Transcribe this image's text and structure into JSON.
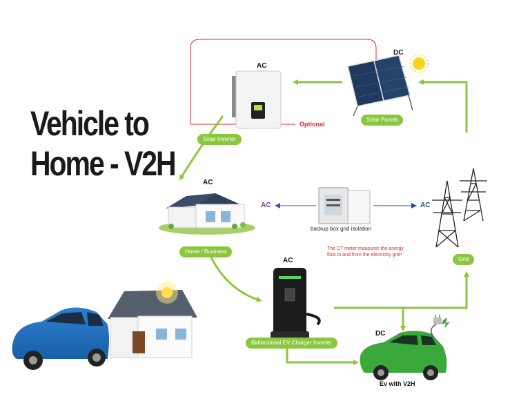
{
  "title": {
    "line1": "Vehicle to",
    "line2": "Home - V2H"
  },
  "labels": {
    "solar_inverter": "Solar Inverter",
    "solar_panels": "Solar Panels",
    "home_business": "Home / Business",
    "grid": "Grid",
    "charger": "Bidirectional EV Charger Inverter",
    "ev": "Ev with V2H",
    "backup": "backup box grid isolation",
    "optional": "Optional",
    "ct_note_line1": "The CT meter measures the  energy",
    "ct_note_line2": "flow to and from the electricity grid*"
  },
  "currents": {
    "inverter": "AC",
    "panels": "DC",
    "home": "AC",
    "backup_left": "AC",
    "backup_right": "AC",
    "charger": "AC",
    "ev": "DC"
  },
  "colors": {
    "flow_arrow": "#8cc63f",
    "optional_loop": "#e3242b",
    "left_arrow": "#6b3fa0",
    "right_arrow": "#1f4e8c"
  }
}
